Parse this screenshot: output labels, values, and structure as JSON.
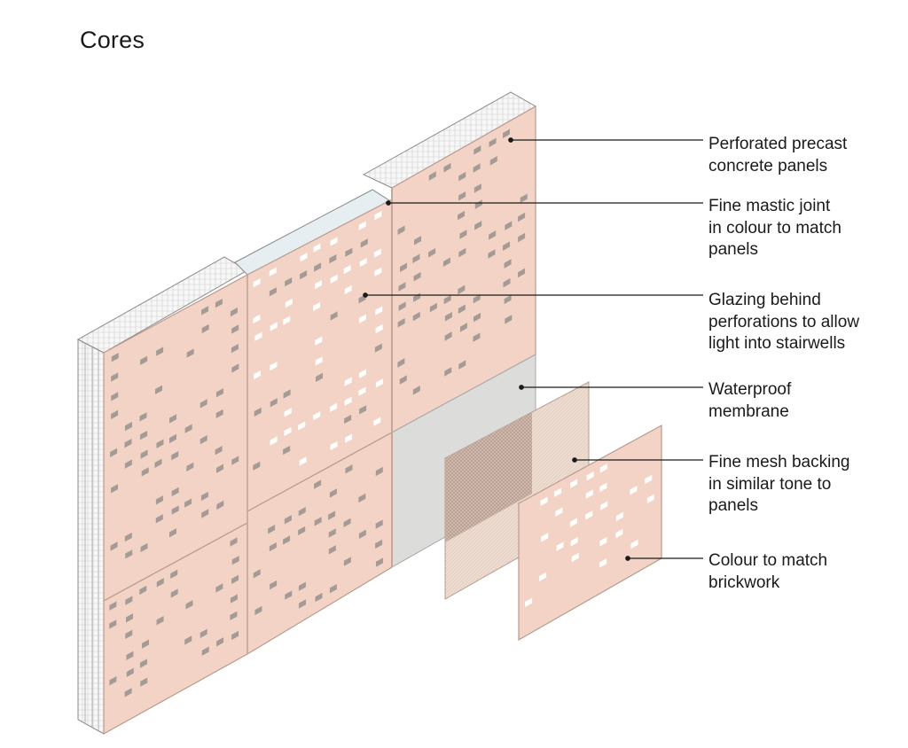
{
  "title": "Cores",
  "callouts": [
    {
      "id": "panels",
      "text": "Perforated precast\nconcrete panels"
    },
    {
      "id": "joint",
      "text": "Fine mastic joint\nin colour to match\npanels"
    },
    {
      "id": "glazing",
      "text": "Glazing behind\nperforations to allow\nlight into stairwells"
    },
    {
      "id": "membrane",
      "text": "Waterproof\nmembrane"
    },
    {
      "id": "mesh",
      "text": "Fine mesh backing\nin similar tone to\npanels"
    },
    {
      "id": "colour",
      "text": "Colour to match\nbrickwork"
    }
  ],
  "colors": {
    "panel": "#f3d3c6",
    "panel_edge": "#b89b8e",
    "perforation": "#a59b96",
    "glazing": "#ffffff",
    "membrane": "#dcdcdb",
    "mesh_dark": "#c0a89c",
    "mesh_light": "#ecd6c9",
    "leader": "#1a1a1a"
  }
}
